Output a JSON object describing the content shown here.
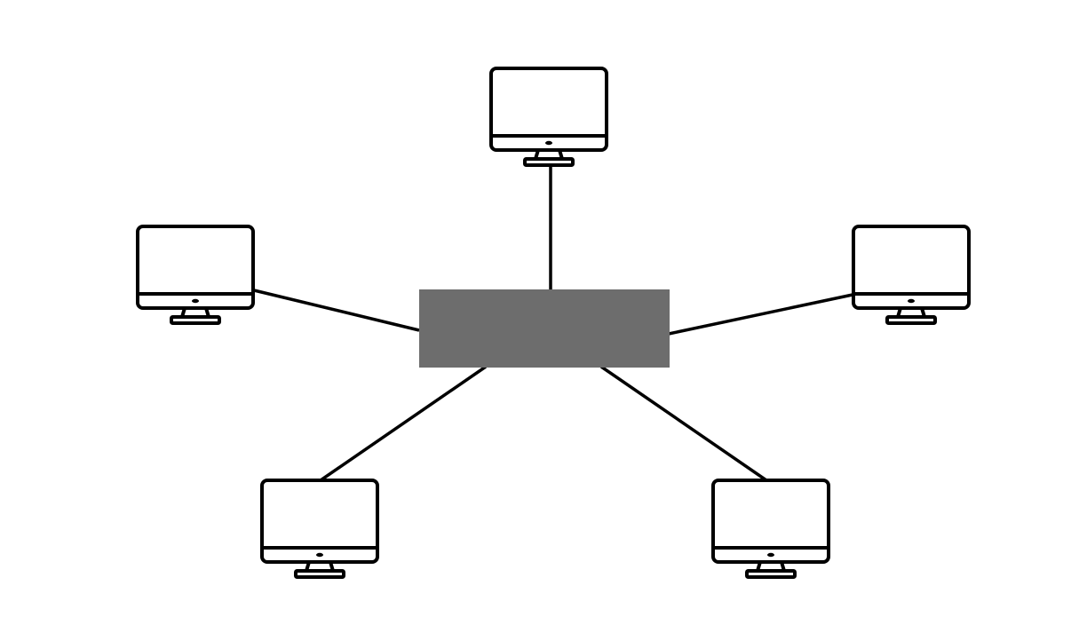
{
  "diagram": {
    "type": "star-network-topology",
    "hub": {
      "label": "",
      "color": "#6d6d6d",
      "icon": "network-switch"
    },
    "nodes": [
      {
        "id": "computer-top",
        "icon": "desktop-monitor-icon"
      },
      {
        "id": "computer-left",
        "icon": "desktop-monitor-icon"
      },
      {
        "id": "computer-right",
        "icon": "desktop-monitor-icon"
      },
      {
        "id": "computer-bottom-left",
        "icon": "desktop-monitor-icon"
      },
      {
        "id": "computer-bottom-right",
        "icon": "desktop-monitor-icon"
      }
    ],
    "links": [
      {
        "from": "hub",
        "to": "computer-top"
      },
      {
        "from": "hub",
        "to": "computer-left"
      },
      {
        "from": "hub",
        "to": "computer-right"
      },
      {
        "from": "hub",
        "to": "computer-bottom-left"
      },
      {
        "from": "hub",
        "to": "computer-bottom-right"
      }
    ],
    "line_color": "#000000",
    "background": "#ffffff"
  }
}
